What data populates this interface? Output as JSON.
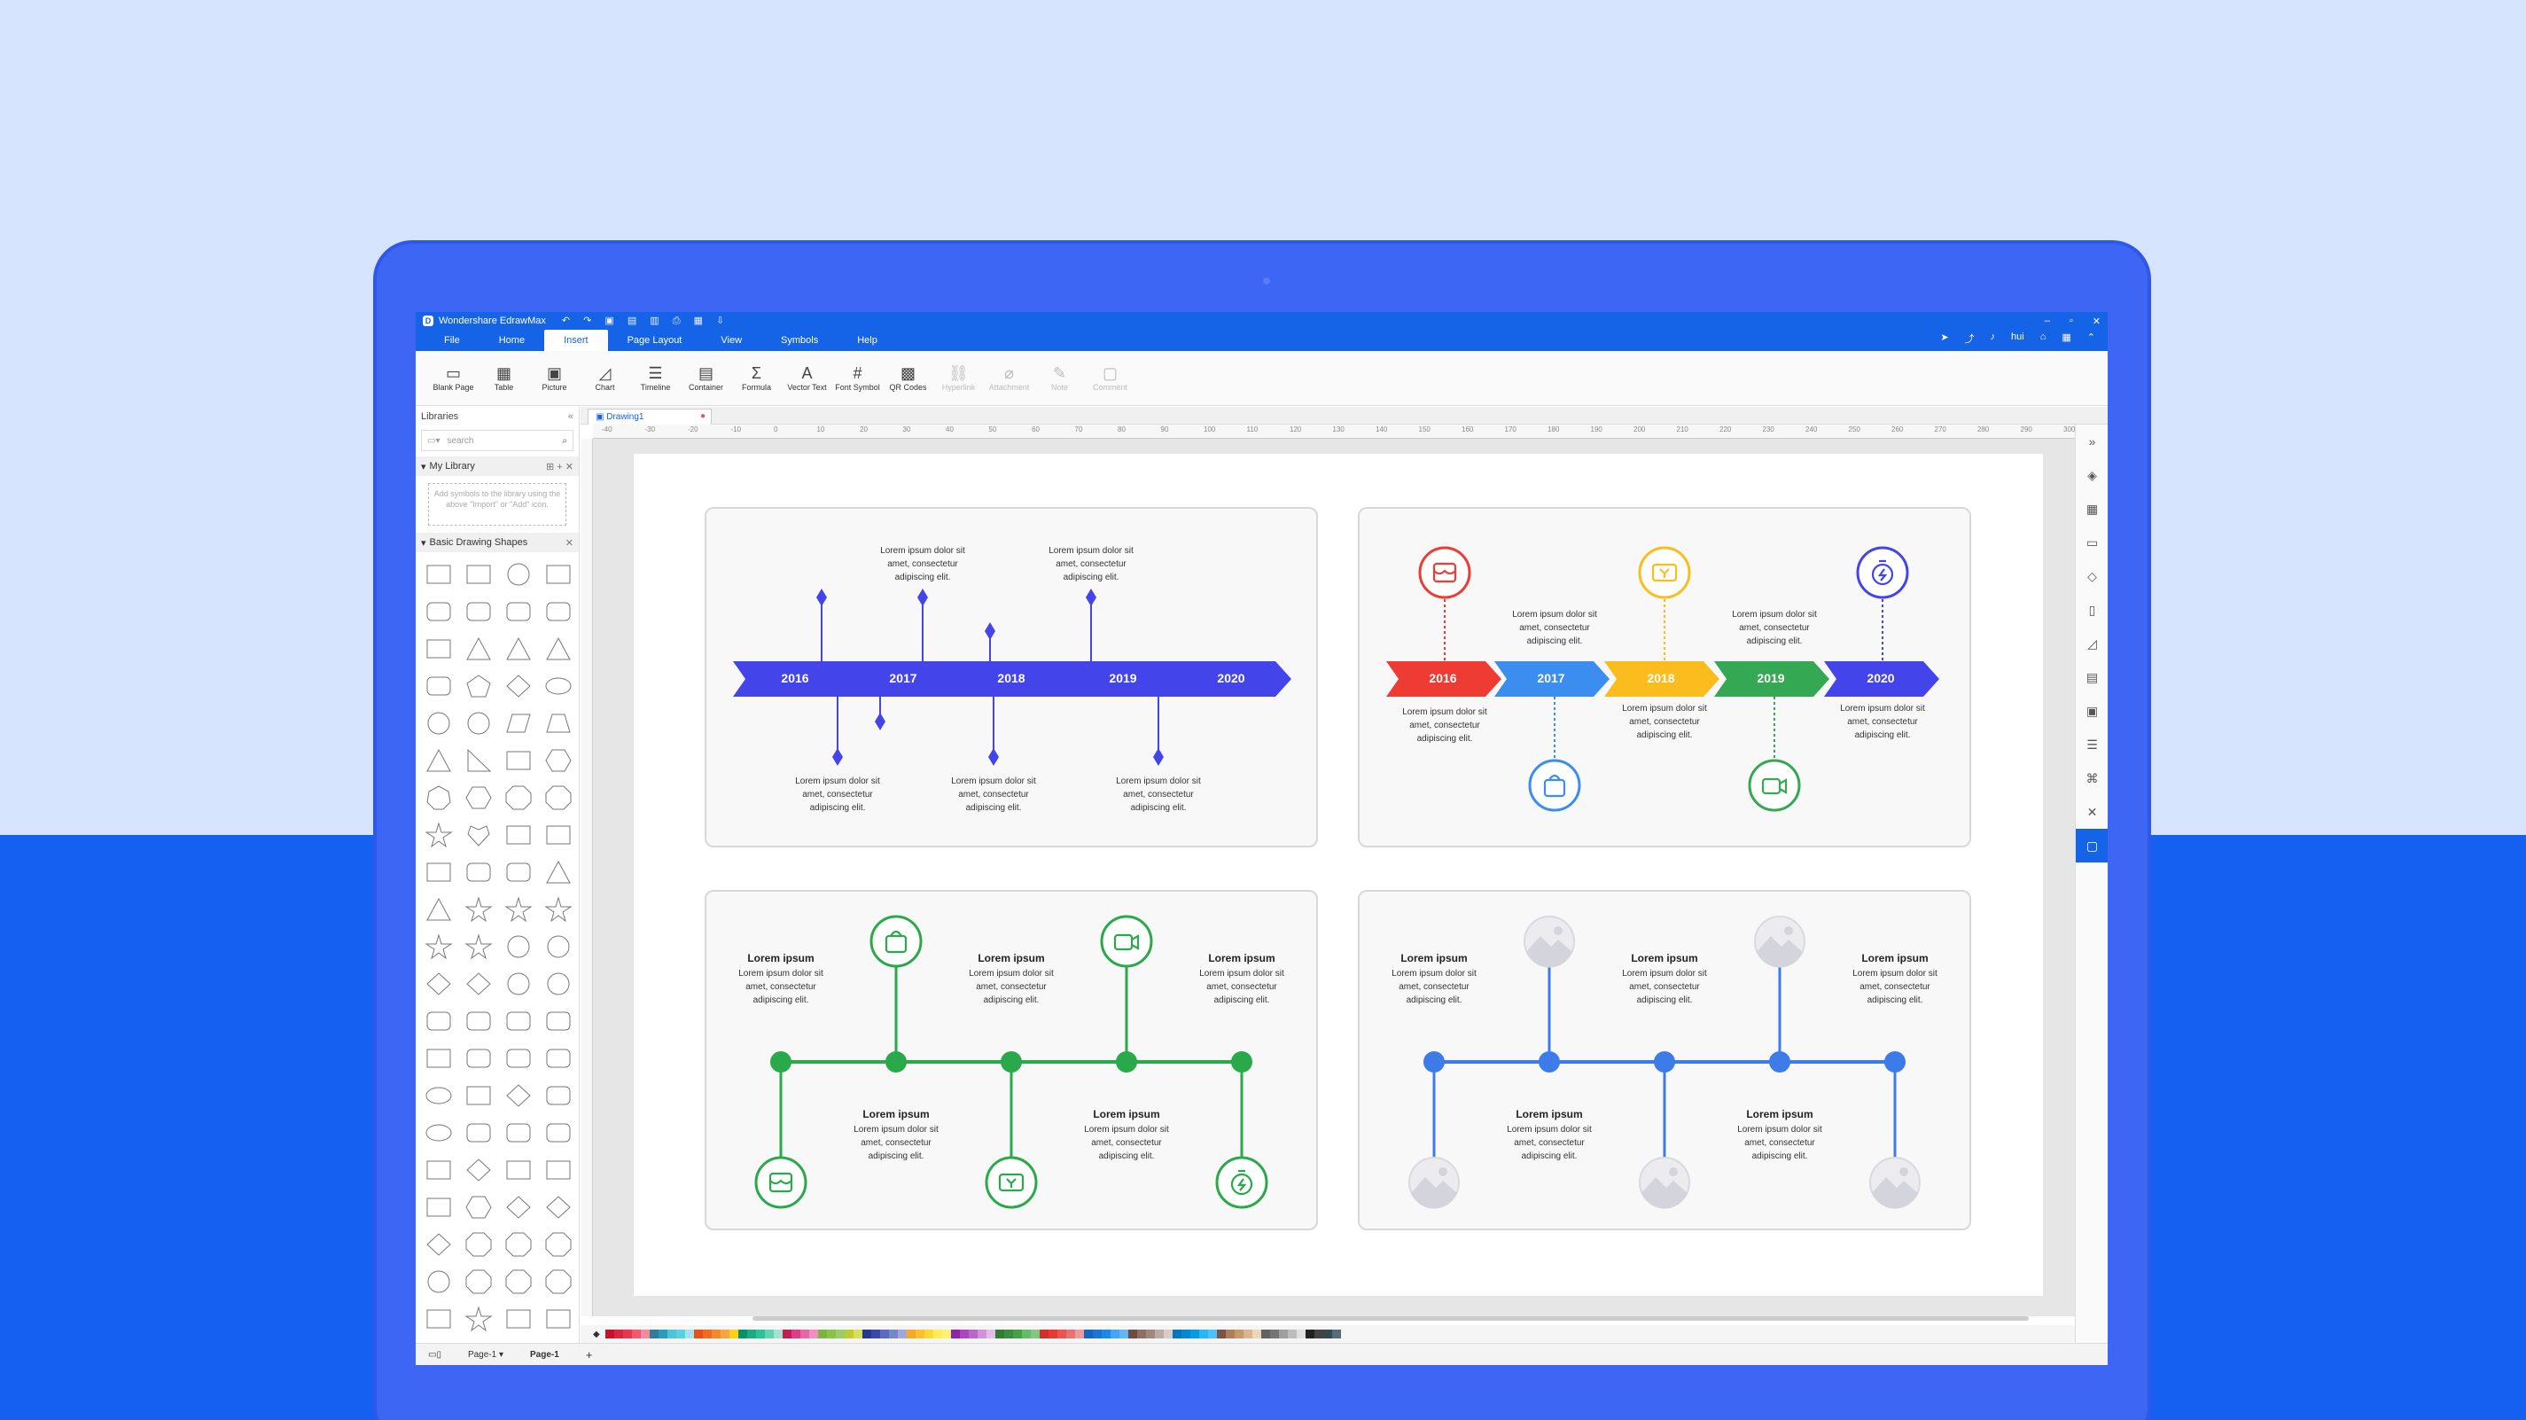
{
  "app": {
    "title": "Wondershare EdrawMax",
    "menu": [
      "File",
      "Home",
      "Insert",
      "Page Layout",
      "View",
      "Symbols",
      "Help"
    ],
    "active_menu": "Insert",
    "user_badge": "hui"
  },
  "ribbon": [
    {
      "label": "Blank Page",
      "icon": "blank-page-icon",
      "glyph": "▭",
      "enabled": true
    },
    {
      "label": "Table",
      "icon": "table-icon",
      "glyph": "▦",
      "enabled": true
    },
    {
      "label": "Picture",
      "icon": "picture-icon",
      "glyph": "▣",
      "enabled": true
    },
    {
      "label": "Chart",
      "icon": "chart-icon",
      "glyph": "◿",
      "enabled": true
    },
    {
      "label": "Timeline",
      "icon": "timeline-icon",
      "glyph": "☰",
      "enabled": true
    },
    {
      "label": "Container",
      "icon": "container-icon",
      "glyph": "▤",
      "enabled": true
    },
    {
      "label": "Formula",
      "icon": "formula-icon",
      "glyph": "Σ",
      "enabled": true
    },
    {
      "label": "Vector Text",
      "icon": "vector-text-icon",
      "glyph": "A",
      "enabled": true
    },
    {
      "label": "Font Symbol",
      "icon": "font-symbol-icon",
      "glyph": "#",
      "enabled": true
    },
    {
      "label": "QR Codes",
      "icon": "qr-code-icon",
      "glyph": "▩",
      "enabled": true
    },
    {
      "label": "Hyperlink",
      "icon": "hyperlink-icon",
      "glyph": "⛓",
      "enabled": false
    },
    {
      "label": "Attachment",
      "icon": "attachment-icon",
      "glyph": "⌀",
      "enabled": false
    },
    {
      "label": "Note",
      "icon": "note-icon",
      "glyph": "✎",
      "enabled": false
    },
    {
      "label": "Comment",
      "icon": "comment-icon",
      "glyph": "▢",
      "enabled": false
    }
  ],
  "libraries": {
    "title": "Libraries",
    "search_placeholder": "search",
    "my_library": "My Library",
    "my_library_hint": "Add symbols to the library using the above \"Import\" or \"Add\" icon.",
    "basic_shapes": "Basic Drawing Shapes"
  },
  "document": {
    "tab": "Drawing1"
  },
  "ruler": [
    "-40",
    "-30",
    "-20",
    "-10",
    "0",
    "10",
    "20",
    "30",
    "40",
    "50",
    "60",
    "70",
    "80",
    "90",
    "100",
    "110",
    "120",
    "130",
    "140",
    "150",
    "160",
    "170",
    "180",
    "190",
    "200",
    "210",
    "220",
    "230",
    "240",
    "250",
    "260",
    "270",
    "280",
    "290",
    "300"
  ],
  "status": {
    "page_selector": "Page-1",
    "page_tab": "Page-1",
    "add": "+"
  },
  "palette": [
    "#c8102e",
    "#d7263d",
    "#e63950",
    "#ef5a6f",
    "#f28ba0",
    "#2e7d9b",
    "#2a9dbf",
    "#4fc3d7",
    "#5ad1e0",
    "#a6e3f0",
    "#e94e1b",
    "#f06c23",
    "#f4892c",
    "#f7a541",
    "#fcd116",
    "#0b8f6a",
    "#1aab7f",
    "#2cc295",
    "#62d2b3",
    "#a3e4d0",
    "#c21e56",
    "#d83f87",
    "#e667a5",
    "#f090c0",
    "#7cb342",
    "#8bc34a",
    "#9ccc65",
    "#c0ca33",
    "#d4e157",
    "#283593",
    "#3949ab",
    "#5c6bc0",
    "#7986cb",
    "#9fa8da",
    "#f9a825",
    "#fbc02d",
    "#fdd835",
    "#ffee58",
    "#fff176",
    "#8e24aa",
    "#ab47bc",
    "#ba68c8",
    "#ce93d8",
    "#e1bee7",
    "#2e7d32",
    "#388e3c",
    "#43a047",
    "#66bb6a",
    "#81c784",
    "#d32f2f",
    "#e53935",
    "#ef5350",
    "#e57373",
    "#ef9a9a",
    "#1565c0",
    "#1976d2",
    "#1e88e5",
    "#42a5f5",
    "#64b5f6",
    "#6d4c41",
    "#8d6e63",
    "#a1887f",
    "#bcaaa4",
    "#d7ccc8",
    "#0277bd",
    "#0288d1",
    "#039be5",
    "#29b6f6",
    "#4fc3f7",
    "#795548",
    "#b07d5b",
    "#c49a6c",
    "#d9b48f",
    "#ecd5b8",
    "#616161",
    "#757575",
    "#9e9e9e",
    "#bdbdbd",
    "#e0e0e0",
    "#212121",
    "#424242",
    "#37474f",
    "#546e7a"
  ],
  "diagrams": {
    "lorem_body": "Lorem ipsum dolor sit amet, consectetur adipiscing elit.",
    "lorem_title": "Lorem ipsum",
    "years": [
      "2016",
      "2017",
      "2018",
      "2019",
      "2020"
    ],
    "timeline1_color": "#4345ea",
    "timeline2_colors": [
      "#ee3b34",
      "#3b8ef0",
      "#fbbd1e",
      "#34a853",
      "#4345ea"
    ],
    "timeline3_color": "#2aa94b",
    "timeline4_color": "#3c7be8",
    "timeline2_icons": [
      "shop-icon",
      "bag-icon",
      "ticket-icon",
      "video-icon",
      "stopwatch-icon"
    ],
    "timeline3_icons": [
      "bag-icon",
      "video-icon",
      "shop-icon",
      "ticket-icon",
      "stopwatch-icon"
    ]
  }
}
